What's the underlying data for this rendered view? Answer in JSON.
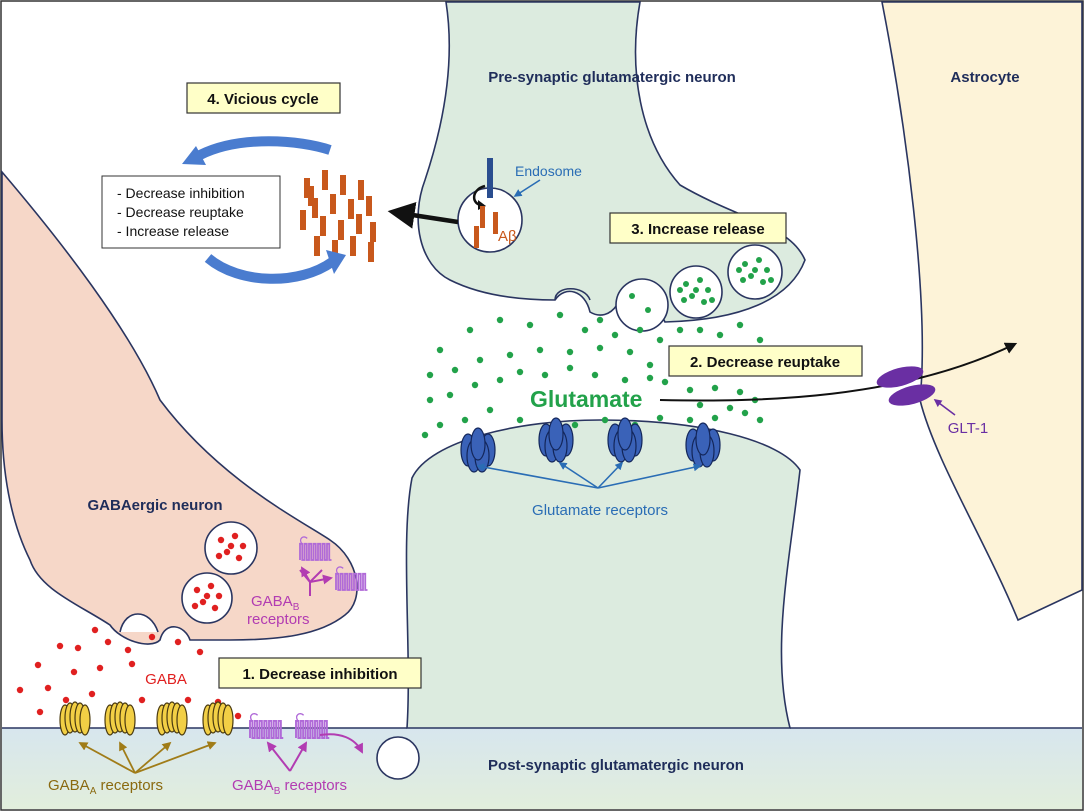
{
  "labels": {
    "presynaptic": "Pre-synaptic glutamatergic neuron",
    "astrocyte": "Astrocyte",
    "gabaergic": "GABAergic neuron",
    "postsynaptic": "Post-synaptic glutamatergic neuron",
    "endosome": "Endosome",
    "abeta": "Aβ",
    "glutamate": "Glutamate",
    "glutamate_receptors": "Glutamate receptors",
    "glt1": "GLT-1",
    "gaba": "GABA",
    "gabab_receptors_top_base": "GABA",
    "gabab_receptors_top_sub": "B",
    "gabab_receptors_top_word": "receptors",
    "gabaa_receptors_base": "GABA",
    "gabaa_receptors_sub": "A",
    "gabaa_receptors_word": " receptors",
    "gabab_receptors_bottom_base": "GABA",
    "gabab_receptors_bottom_sub": "B",
    "gabab_receptors_bottom_word": " receptors"
  },
  "steps": {
    "step1": "1. Decrease inhibition",
    "step2": "2. Decrease reuptake",
    "step3": "3. Increase release",
    "step4": "4. Vicious cycle"
  },
  "cycle_list": [
    "- Decrease inhibition",
    "- Decrease reuptake",
    "- Increase release"
  ],
  "colors": {
    "presynaptic_fill": "#dcebdf",
    "postsynaptic_fill": "#dcebdf",
    "gabaergic_fill": "#f6d7c8",
    "astrocyte_fill": "#fdf3d8",
    "membrane_fill": "#dce9ec",
    "step_box_fill": "#ffffc8",
    "glutamate_green": "#22a24a",
    "gaba_red": "#e02020",
    "receptor_blue": "#3a62b8",
    "gabaa_yellow": "#f2cf45",
    "gabab_purple": "#b06ad8",
    "abeta_orange": "#c8581c",
    "cycle_blue": "#4a7ccf",
    "glt1_purple": "#6a2fa3",
    "text_navy": "#1f2d5a",
    "text_blue": "#2a6db5",
    "text_olive": "#8a6a10",
    "text_magenta": "#b23cb2"
  },
  "icons": [
    "cycle-arrow-icon",
    "receptor-icon",
    "transporter-icon",
    "vesicle-icon"
  ]
}
